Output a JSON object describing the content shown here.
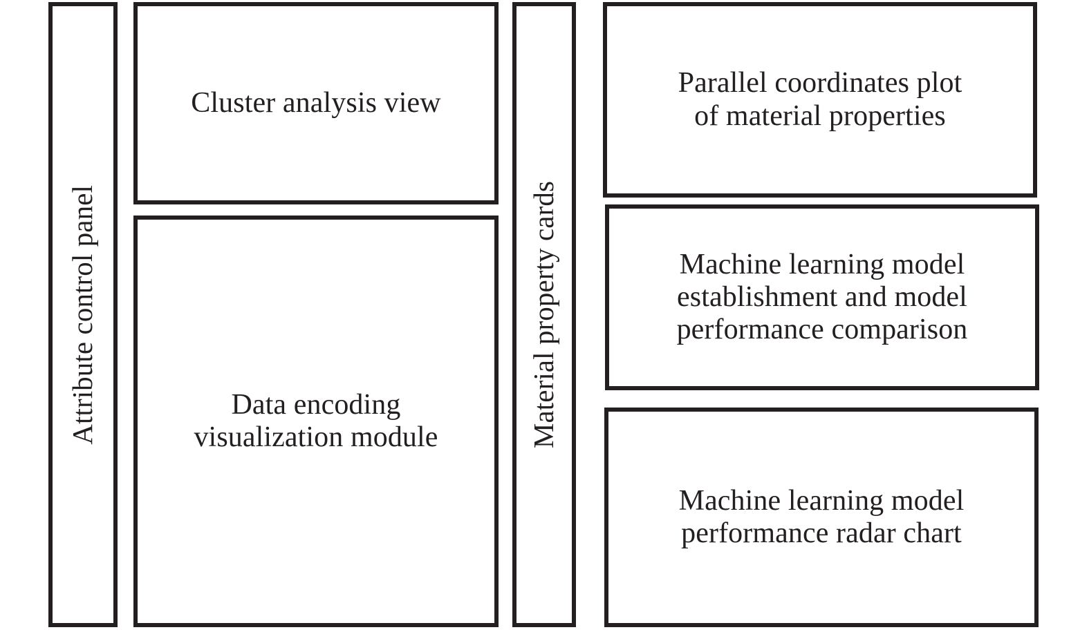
{
  "diagram": {
    "background_color": "#ffffff",
    "stroke_color": "#231f20",
    "panels": [
      {
        "id": "attribute-control-panel",
        "label": "Attribute control panel",
        "orientation": "vertical"
      },
      {
        "id": "cluster-analysis-view",
        "label": "Cluster analysis view",
        "orientation": "horizontal"
      },
      {
        "id": "data-encoding-visualization-module",
        "label": "Data encoding\nvisualization module",
        "orientation": "horizontal"
      },
      {
        "id": "material-property-cards",
        "label": "Material property cards",
        "orientation": "vertical"
      },
      {
        "id": "parallel-coordinates-plot",
        "label": "Parallel coordinates plot\nof material properties",
        "orientation": "horizontal"
      },
      {
        "id": "ml-model-establishment",
        "label": "Machine learning model\nestablishment and model\nperformance comparison",
        "orientation": "horizontal"
      },
      {
        "id": "ml-model-radar-chart",
        "label": "Machine learning model\nperformance radar chart",
        "orientation": "horizontal"
      }
    ]
  }
}
